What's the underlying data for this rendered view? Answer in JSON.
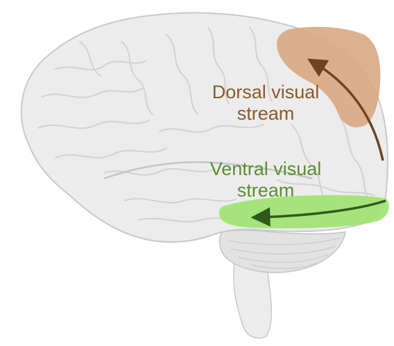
{
  "labels": {
    "dorsal": {
      "line1": "Dorsal visual",
      "line2": "stream"
    },
    "ventral": {
      "line1": "Ventral visual",
      "line2": "stream"
    }
  },
  "colors": {
    "brain_fill": "#ececec",
    "brain_outline": "#c9c9c9",
    "gyri_lines": "#d4d4d4",
    "dorsal_region": "#d9a882",
    "dorsal_text": "#8b5a2b",
    "dorsal_arrow": "#6b4424",
    "ventral_region": "#9de36f",
    "ventral_text": "#5a8f2e",
    "ventral_arrow": "#2f5a1c"
  }
}
